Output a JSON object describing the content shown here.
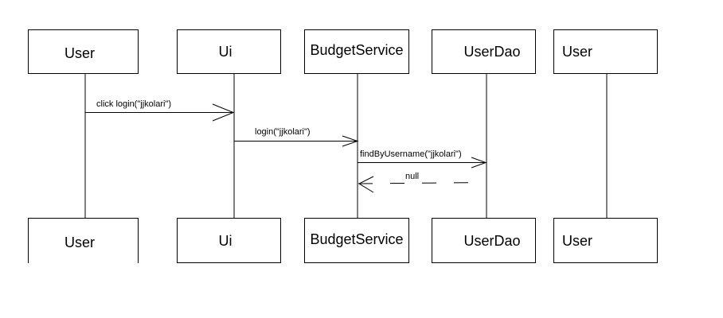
{
  "participants": [
    {
      "name": "User"
    },
    {
      "name": "Ui"
    },
    {
      "name": "BudgetService"
    },
    {
      "name": "UserDao"
    },
    {
      "name": "User"
    }
  ],
  "messages": [
    {
      "label": "click login(\"jjkolari\")",
      "from": 0,
      "to": 1,
      "kind": "call"
    },
    {
      "label": "login(\"jjkolari\")",
      "from": 1,
      "to": 2,
      "kind": "call"
    },
    {
      "label": "findByUsername(\"jjkolari\")",
      "from": 2,
      "to": 3,
      "kind": "call"
    },
    {
      "label": "null",
      "from": 3,
      "to": 2,
      "kind": "return"
    }
  ]
}
